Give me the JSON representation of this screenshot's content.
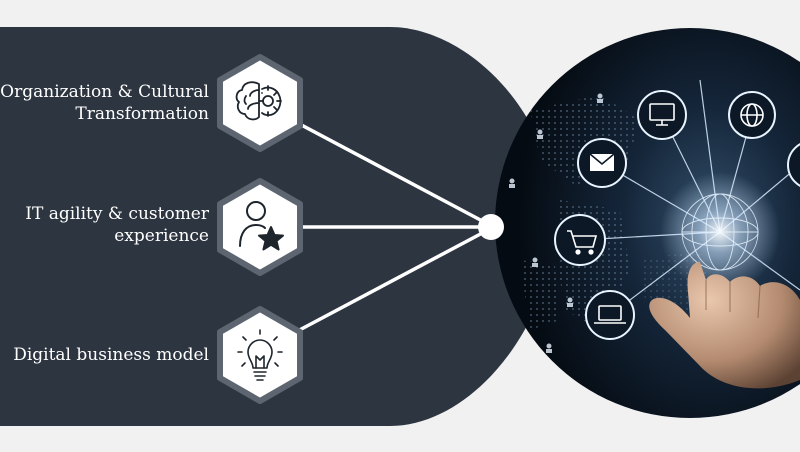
{
  "items": [
    {
      "lines": [
        "Organization & Cultural",
        "Transformation"
      ],
      "icon": "brain-gear-icon"
    },
    {
      "lines": [
        "IT agility & customer",
        "experience"
      ],
      "icon": "user-star-icon"
    },
    {
      "lines": [
        "Digital business model"
      ],
      "icon": "lightbulb-icon"
    }
  ],
  "colors": {
    "page_background": "#f1f1f1",
    "panel": "#2d3540",
    "hexagon_border": "#5d6570",
    "hexagon_fill": "#ffffff",
    "connector": "#ffffff",
    "photo_base": "#0b1622",
    "glow": "#cfe6ff"
  }
}
